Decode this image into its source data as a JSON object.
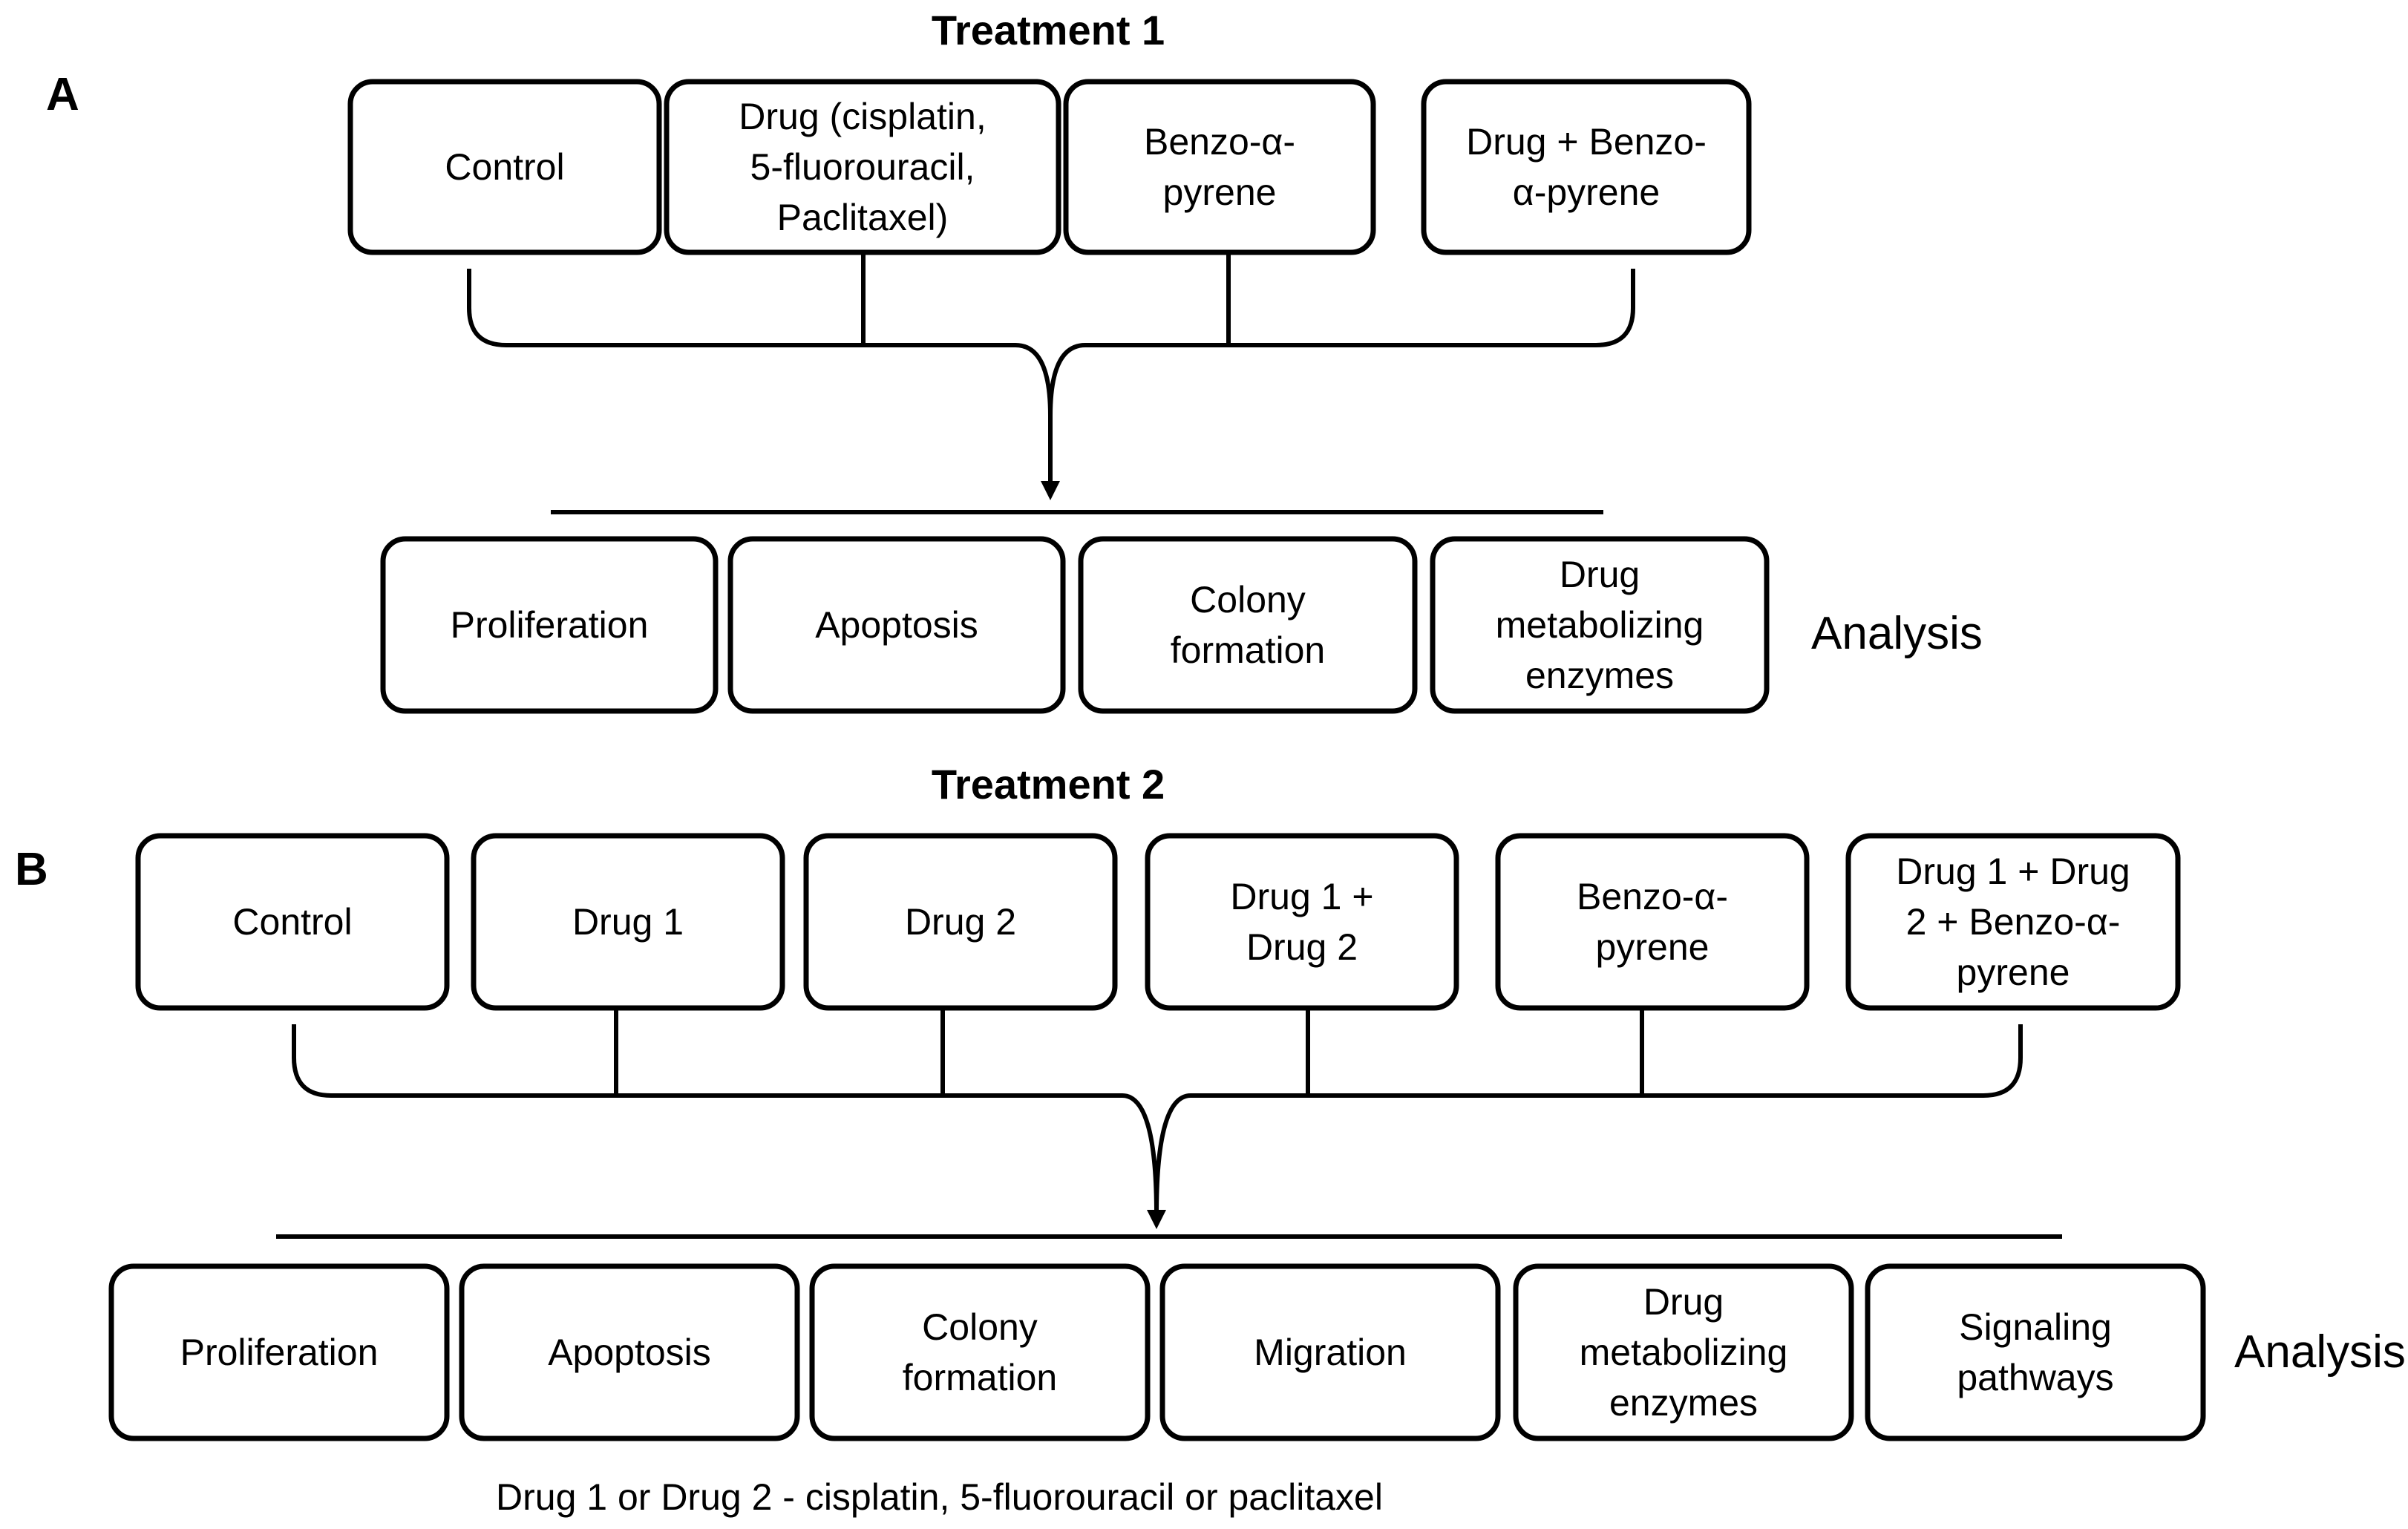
{
  "panel_a": {
    "letter": "A",
    "heading": "Treatment 1",
    "treatments": [
      {
        "lines": [
          "Control"
        ]
      },
      {
        "lines": [
          "Drug (cisplatin,",
          "5-fluorouracil,",
          "Paclitaxel)"
        ]
      },
      {
        "lines": [
          "Benzo-α-",
          "pyrene"
        ]
      },
      {
        "lines": [
          "Drug + Benzo-",
          "α-pyrene"
        ]
      }
    ],
    "analyses": [
      {
        "lines": [
          "Proliferation"
        ]
      },
      {
        "lines": [
          "Apoptosis"
        ]
      },
      {
        "lines": [
          "Colony",
          "formation"
        ]
      },
      {
        "lines": [
          "Drug",
          "metabolizing",
          "enzymes"
        ]
      }
    ],
    "analysis_label": "Analysis"
  },
  "panel_b": {
    "letter": "B",
    "heading": "Treatment 2",
    "treatments": [
      {
        "lines": [
          "Control"
        ]
      },
      {
        "lines": [
          "Drug 1"
        ]
      },
      {
        "lines": [
          "Drug 2"
        ]
      },
      {
        "lines": [
          "Drug 1 +",
          "Drug 2"
        ]
      },
      {
        "lines": [
          "Benzo-α-",
          "pyrene"
        ]
      },
      {
        "lines": [
          "Drug 1 + Drug",
          "2 + Benzo-α-",
          "pyrene"
        ]
      }
    ],
    "analyses": [
      {
        "lines": [
          "Proliferation"
        ]
      },
      {
        "lines": [
          "Apoptosis"
        ]
      },
      {
        "lines": [
          "Colony",
          "formation"
        ]
      },
      {
        "lines": [
          "Migration"
        ]
      },
      {
        "lines": [
          "Drug",
          "metabolizing",
          "enzymes"
        ]
      },
      {
        "lines": [
          "Signaling",
          "pathways"
        ]
      }
    ],
    "analysis_label": "Analysis"
  },
  "footnote": "Drug 1 or Drug 2 - cisplatin, 5-fluorouracil or paclitaxel"
}
